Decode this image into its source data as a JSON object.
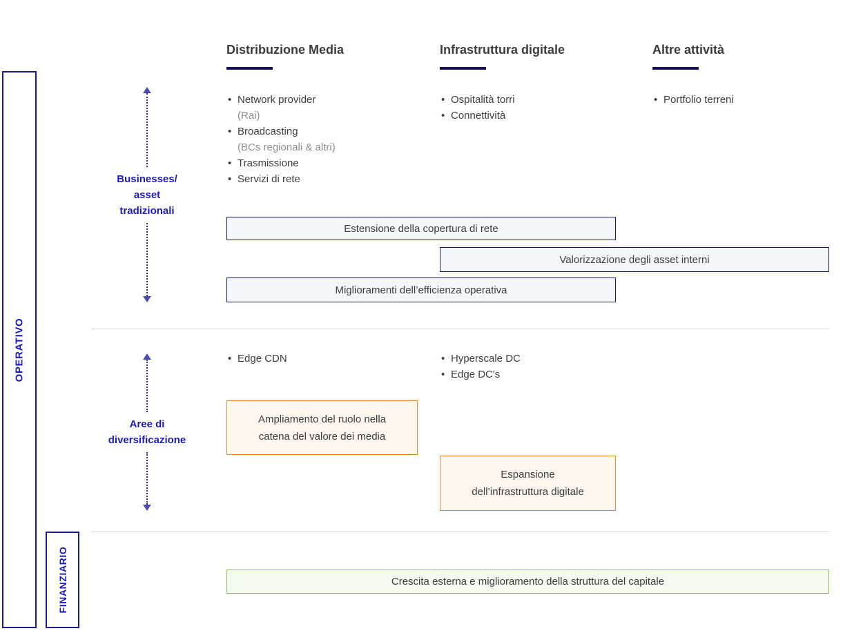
{
  "side_categories": [
    {
      "id": "operativo",
      "label": "OPERATIVO"
    },
    {
      "id": "finanziario",
      "label": "FINANZIARIO"
    }
  ],
  "columns": [
    {
      "title": "Distribuzione Media"
    },
    {
      "title": "Infrastruttura digitale"
    },
    {
      "title": "Altre attività"
    }
  ],
  "rows": [
    {
      "label": "Businesses/\nasset\ntradizionali",
      "bullets": {
        "col0": [
          {
            "text": "Network provider",
            "sub": "(Rai)"
          },
          {
            "text": "Broadcasting",
            "sub": "(BCs regionali & altri)"
          },
          {
            "text": "Trasmissione"
          },
          {
            "text": "Servizi di rete"
          }
        ],
        "col1": [
          {
            "text": "Ospitalità torri"
          },
          {
            "text": "Connettività"
          }
        ],
        "col2": [
          {
            "text": "Portfolio terreni"
          }
        ]
      }
    },
    {
      "label": "Aree di\ndiversificazione",
      "bullets": {
        "col0": [
          {
            "text": "Edge CDN"
          }
        ],
        "col1": [
          {
            "text": "Hyperscale DC"
          },
          {
            "text": "Edge DC's"
          }
        ],
        "col2": []
      }
    }
  ],
  "initiatives": [
    {
      "label": "Estensione della copertura di rete",
      "color": "blue"
    },
    {
      "label": "Valorizzazione degli asset interni",
      "color": "blue"
    },
    {
      "label": "Miglioramenti dell’efficienza operativa",
      "color": "blue"
    },
    {
      "label": "Ampliamento del ruolo nella\ncatena del valore dei media",
      "color": "orange"
    },
    {
      "label": "Espansione\ndell’infrastruttura digitale",
      "color": "orange"
    },
    {
      "label": "Crescita esterna e miglioramento della struttura del capitale",
      "color": "green"
    }
  ],
  "bullet_glyph": "•",
  "colors": {
    "navy": "#151563",
    "label_blue": "#1a1ac0",
    "orange": "#e08b34",
    "green": "#8cc152",
    "text": "#3c3c3c",
    "muted": "#8d8d8d",
    "divider": "#d4d4d4"
  }
}
